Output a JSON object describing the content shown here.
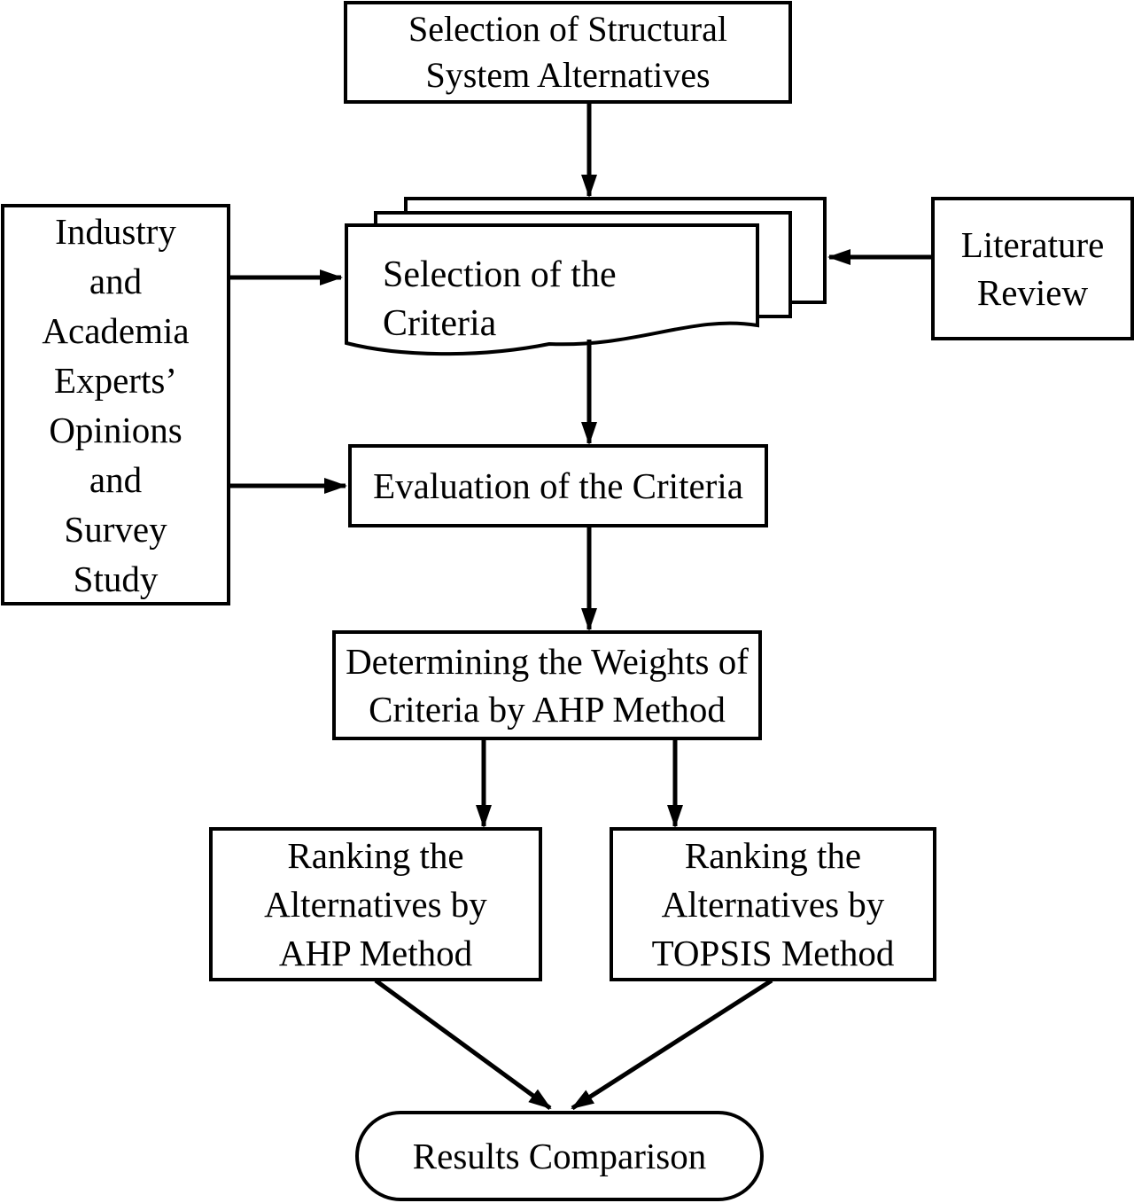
{
  "diagram": {
    "colors": {
      "ink": "#000000",
      "paper": "#ffffff"
    },
    "nodes": {
      "alternatives": {
        "label": "Selection of Structural\nSystem Alternatives",
        "shape": "rectangle"
      },
      "criteria_selection": {
        "label": "Selection of the\nCriteria",
        "shape": "stacked-documents"
      },
      "experts": {
        "label": "Industry\nand\nAcademia\nExperts’\nOpinions\nand\nSurvey\nStudy",
        "shape": "rectangle"
      },
      "literature": {
        "label": "Literature\nReview",
        "shape": "rectangle"
      },
      "evaluation": {
        "label": "Evaluation of the Criteria",
        "shape": "rectangle"
      },
      "weights": {
        "label": "Determining the Weights of\nCriteria by AHP Method",
        "shape": "rectangle"
      },
      "rank_ahp": {
        "label": "Ranking the\nAlternatives by\nAHP Method",
        "shape": "rectangle"
      },
      "rank_topsis": {
        "label": "Ranking the\nAlternatives by\nTOPSIS Method",
        "shape": "rectangle"
      },
      "results": {
        "label": "Results Comparison",
        "shape": "stadium"
      }
    },
    "edges": [
      {
        "from": "alternatives",
        "to": "criteria_selection"
      },
      {
        "from": "experts",
        "to": "criteria_selection"
      },
      {
        "from": "literature",
        "to": "criteria_selection"
      },
      {
        "from": "criteria_selection",
        "to": "evaluation"
      },
      {
        "from": "experts",
        "to": "evaluation"
      },
      {
        "from": "evaluation",
        "to": "weights"
      },
      {
        "from": "weights",
        "to": "rank_ahp"
      },
      {
        "from": "weights",
        "to": "rank_topsis"
      },
      {
        "from": "rank_ahp",
        "to": "results"
      },
      {
        "from": "rank_topsis",
        "to": "results"
      }
    ]
  }
}
